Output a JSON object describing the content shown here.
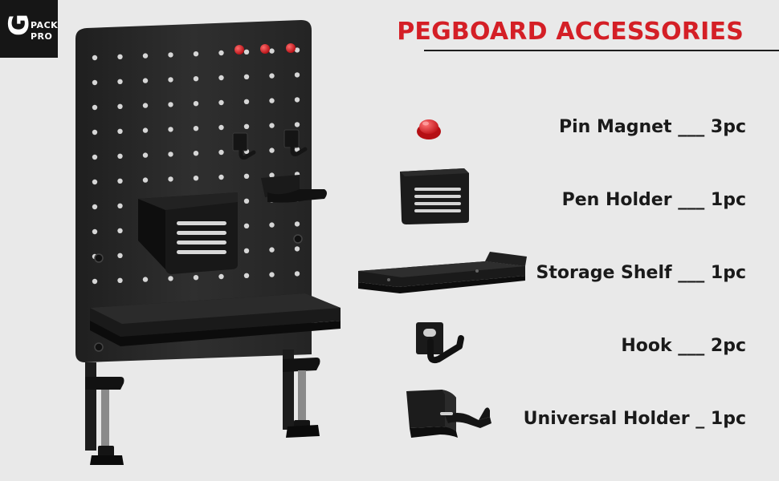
{
  "brand": {
    "logo_g": "G",
    "logo_line1": "PACK",
    "logo_line2": "PRO"
  },
  "title": "PEGBOARD ACCESSORIES",
  "accessories": [
    {
      "label": "Pin Magnet ___ 3pc",
      "icon": "pin-magnet-icon"
    },
    {
      "label": "Pen Holder ___ 1pc",
      "icon": "pen-holder-icon"
    },
    {
      "label": "Storage Shelf ___ 1pc",
      "icon": "storage-shelf-icon"
    },
    {
      "label": "Hook ___ 2pc",
      "icon": "hook-icon"
    },
    {
      "label": "Universal Holder _ 1pc",
      "icon": "universal-holder-icon"
    }
  ],
  "colors": {
    "accent": "#d41f26",
    "metal": "#2c2c2c",
    "background": "#e9e9e9"
  }
}
